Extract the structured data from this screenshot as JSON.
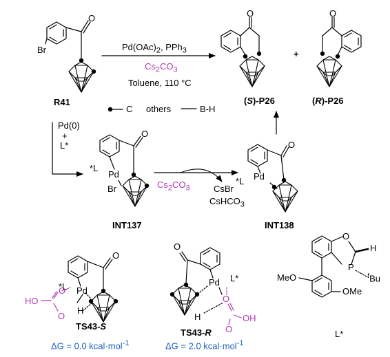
{
  "conditions": {
    "line1": "Pd(OAc)",
    "line1_sub": "2",
    "line1_tail": ", PPh",
    "line1_sub2": "3",
    "base": "Cs",
    "base_sub": "2",
    "base_tail": "CO",
    "base_sub2": "3",
    "line3": "Toluene, 110 °C"
  },
  "reactant": {
    "label": "R41",
    "substituent": "Br",
    "carbonyl": "O"
  },
  "legend": {
    "carbon": "C",
    "others": "others",
    "bh": "B-H"
  },
  "products": {
    "s_label_open": "(",
    "s_label_stereo": "S",
    "s_label_close": ")-P26",
    "plus": "+",
    "r_label_open": "(",
    "r_label_stereo": "R",
    "r_label_close": ")-P26",
    "carbonyl": "O"
  },
  "catalyst_step": {
    "pd": "Pd(0)",
    "plus": "+",
    "ligand": "L*"
  },
  "int137": {
    "label": "INT137",
    "ligand": "*L",
    "pd": "Pd",
    "br": "Br",
    "carbonyl": "O",
    "base": "Cs",
    "base_sub": "2",
    "base_tail": "CO",
    "base_sub2": "3"
  },
  "byproducts": {
    "line1": "CsBr",
    "line2": "CsHCO",
    "line2_sub": "3"
  },
  "int138": {
    "label": "INT138",
    "ligand": "*L",
    "pd": "Pd",
    "carbonyl": "O"
  },
  "ts_s": {
    "label": "TS43-",
    "stereo": "S",
    "ligand": "*L",
    "pd": "Pd",
    "carbonyl": "O",
    "ho": "HO",
    "o1": "O",
    "o2": "O",
    "h": "H",
    "energy_delta": "ΔG",
    "energy_value": " = 0.0 kcal·mol",
    "energy_exp": "-1"
  },
  "ts_r": {
    "label": "TS43-",
    "stereo": "R",
    "ligand": "L*",
    "pd": "Pd",
    "carbonyl": "O",
    "oh": "OH",
    "o1": "O",
    "o2": "O",
    "h": "H",
    "energy_delta": "ΔG",
    "energy_value": " = 2.0 kcal·mol",
    "energy_exp": "-1"
  },
  "ligand": {
    "label": "L*",
    "o": "O",
    "h": "H",
    "p": "P",
    "tbu_prefix": "t",
    "tbu": "Bu",
    "ome_left": "MeO",
    "ome_right": "OMe"
  },
  "colors": {
    "magenta": "#b03ab0",
    "blue": "#1f5fbf"
  }
}
